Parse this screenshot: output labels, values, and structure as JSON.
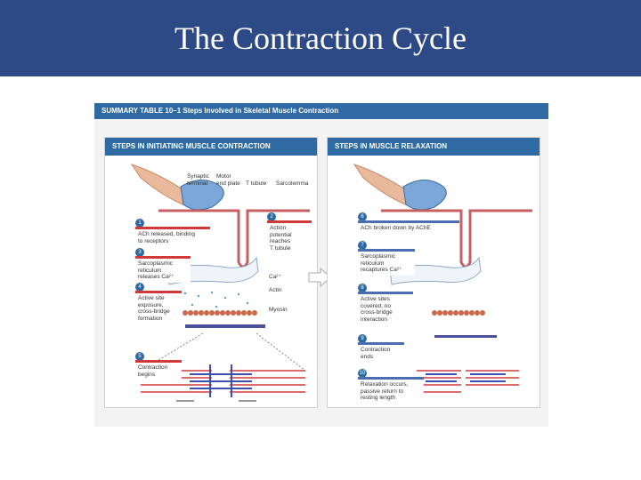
{
  "slide": {
    "title": "The Contraction Cycle"
  },
  "figure": {
    "header": "SUMMARY TABLE 10–1   Steps Involved in Skeletal Muscle Contraction",
    "left_panel": {
      "header": "STEPS IN INITIATING MUSCLE CONTRACTION",
      "labels": {
        "synaptic_terminal": "Synaptic\nterminal",
        "motor_end_plate": "Motor\nend plate",
        "t_tubule": "T tubule",
        "sarcolemma": "Sarcolemma",
        "ca": "Ca²⁺",
        "actin": "Actin",
        "myosin": "Myosin"
      },
      "steps": [
        {
          "num": "1",
          "text": "ACh released, binding\nto receptors"
        },
        {
          "num": "2",
          "text": "Action\npotential\nreaches\nT tubule"
        },
        {
          "num": "3",
          "text": "Sarcoplasmic\nreticulum\nreleases Ca²⁺"
        },
        {
          "num": "4",
          "text": "Active site\nexposure,\ncross-bridge\nformation"
        },
        {
          "num": "5",
          "text": "Contraction\nbegins"
        }
      ]
    },
    "right_panel": {
      "header": "STEPS IN MUSCLE RELAXATION",
      "steps": [
        {
          "num": "6",
          "text": "ACh broken down by AChE"
        },
        {
          "num": "7",
          "text": "Sarcoplasmic\nreticulum\nrecaptures Ca²⁺"
        },
        {
          "num": "8",
          "text": "Active sites\ncovered, no\ncross-bridge\ninteraction"
        },
        {
          "num": "9",
          "text": "Contraction\nends"
        },
        {
          "num": "10",
          "text": "Relaxation occurs,\npassive return to\nresting length"
        }
      ]
    },
    "colors": {
      "header_blue": "#2f6aa3",
      "title_bar": "#2e4a86",
      "actin": "#c9684a",
      "myosin": "#4a4fa0"
    }
  }
}
